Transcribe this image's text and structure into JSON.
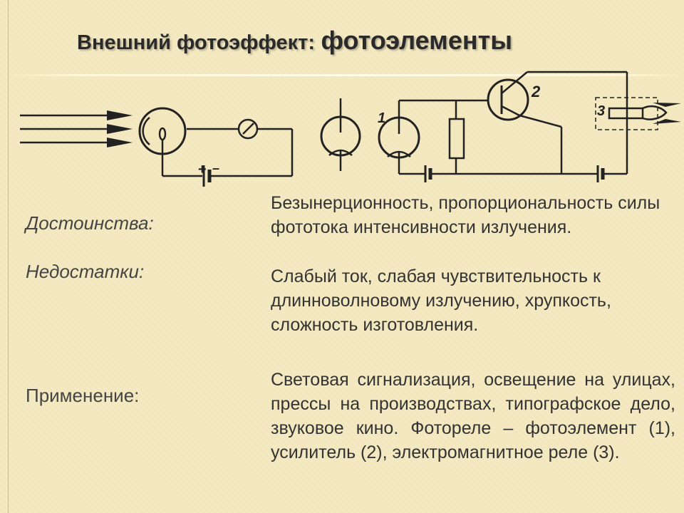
{
  "title": {
    "part1": "Внешний фотоэффект:",
    "part2": "фотоэлементы"
  },
  "diagram": {
    "labels": {
      "photocell": "1",
      "amplifier": "2",
      "relay": "3",
      "plus": "+",
      "minus": "–"
    }
  },
  "content": {
    "advantages": {
      "label": "Достоинства:",
      "text": "Безынерционность, пропорциональность силы фототока интенсивности излучения."
    },
    "disadvantages": {
      "label": "Недостатки:",
      "text": "Слабый ток, слабая чувствительность к длинноволновому излучению, хрупкость, сложность изготовления."
    },
    "application": {
      "label": "Применение:",
      "text": "Световая сигнализация, освещение на улицах, прессы на производствах, типографское дело, звуковое кино. Фотореле – фотоэлемент (1), усилитель (2), электромагнитное реле (3)."
    }
  }
}
